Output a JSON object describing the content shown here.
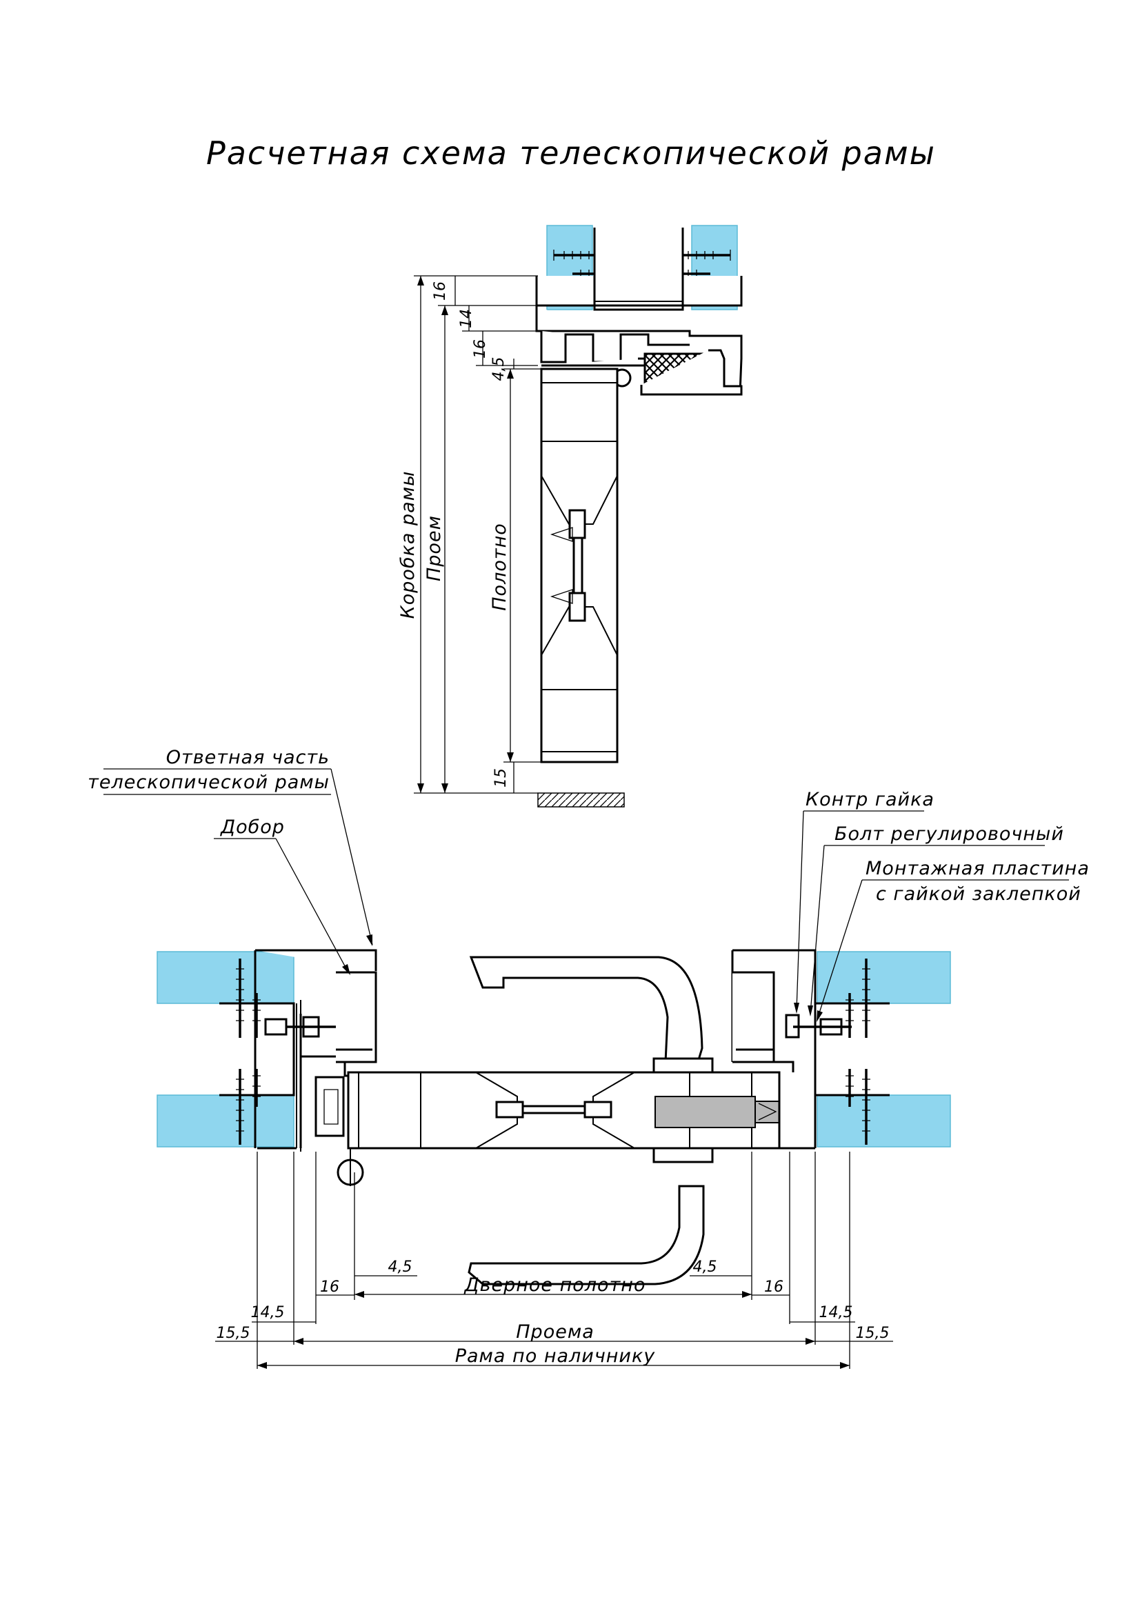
{
  "title": "Расчетная схема телескопической рамы",
  "vertical_section": {
    "labels": {
      "korobka": "Коробка рамы",
      "proem": "Проем",
      "polotno": "Полотно"
    },
    "dims": {
      "d16_top": "16",
      "d14": "14",
      "d16_mid": "16",
      "d4_5": "4,5",
      "d15": "15"
    }
  },
  "horizontal_section": {
    "callouts": {
      "otvetnaya_1": "Ответная часть",
      "otvetnaya_2": "телескопической рамы",
      "dobor": "Добор",
      "kontr_gaika": "Контр гайка",
      "bolt": "Болт регулировочный",
      "plastina_1": "Монтажная пластина",
      "plastina_2": "с гайкой заклепкой"
    },
    "dims": {
      "left_4_5": "4,5",
      "right_4_5": "4,5",
      "left_16": "16",
      "right_16": "16",
      "left_14_5": "14,5",
      "right_14_5": "14,5",
      "left_15_5": "15,5",
      "right_15_5": "15,5",
      "dvernoe": "Дверное полотно",
      "proema": "Проема",
      "rama": "Рама по наличнику"
    }
  },
  "colors": {
    "glass": "#8fd6ee",
    "line": "#000000",
    "lock": "#b8b8b8"
  }
}
